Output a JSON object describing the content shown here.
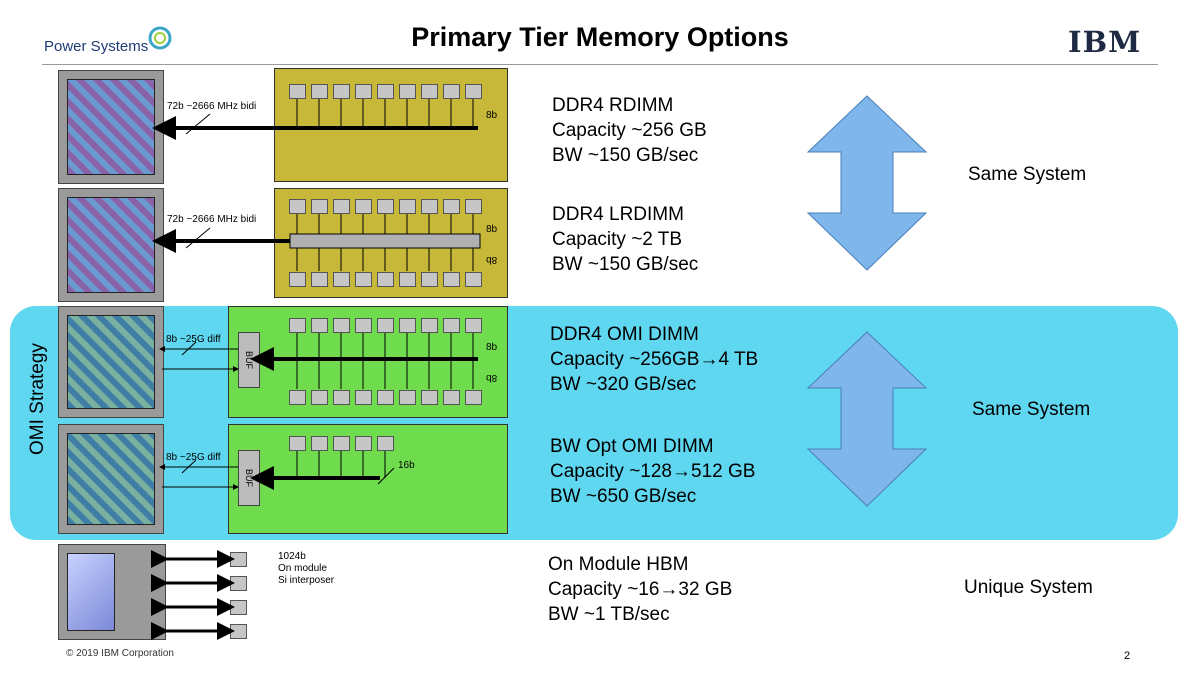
{
  "header": {
    "logo_text": "Power Systems",
    "title": "Primary Tier Memory Options",
    "brand": "IBM"
  },
  "omi_strategy_label": "OMI Strategy",
  "rows": [
    {
      "name": "DDR4 RDIMM",
      "capacity": "Capacity ~256 GB",
      "bw": "BW ~150 GB/sec",
      "link_label": "72b ~2666 MHz bidi",
      "width_label": "8b"
    },
    {
      "name": "DDR4 LRDIMM",
      "capacity": "Capacity ~2 TB",
      "bw": "BW ~150 GB/sec",
      "link_label": "72b ~2666 MHz bidi",
      "width_label": "8b",
      "width_label2": "8b"
    },
    {
      "name": "DDR4 OMI DIMM",
      "capacity": "Capacity ~256GB→4 TB",
      "bw": "BW ~320 GB/sec",
      "link_label": "8b ~25G diff",
      "buf_label": "BUF",
      "width_label": "8b",
      "width_label2": "8b"
    },
    {
      "name": "BW Opt OMI DIMM",
      "capacity": "Capacity ~128→512 GB",
      "bw": "BW ~650 GB/sec",
      "link_label": "8b ~25G diff",
      "buf_label": "BUF",
      "width_label": "16b"
    },
    {
      "name": "On Module HBM",
      "capacity": "Capacity ~16→32 GB",
      "bw": "BW ~1 TB/sec",
      "hbm_note_1": "1024b",
      "hbm_note_2": "On module",
      "hbm_note_3": "Si interposer"
    }
  ],
  "system_labels": {
    "top": "Same System",
    "middle": "Same System",
    "bottom": "Unique System"
  },
  "footer": {
    "copyright": "© 2019 IBM Corporation",
    "page_number": "2"
  },
  "colors": {
    "omi_band": "#5fd7f0",
    "dimm_ddr4": "#c8b83a",
    "dimm_omi": "#6fdc4e",
    "arrow": "#7fb6ec"
  }
}
